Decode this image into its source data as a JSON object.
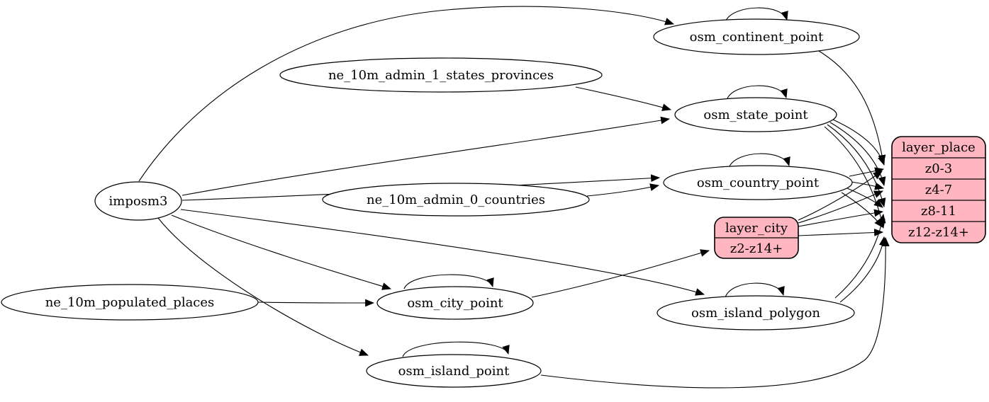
{
  "diagram": {
    "type": "graphviz-etl-diagram",
    "colors": {
      "record_fill": "#ffb6c1",
      "node_fill": "#ffffff",
      "edge_stroke": "#000000",
      "background": "#ffffff"
    },
    "nodes": {
      "imposm3": "imposm3",
      "ne_10m_admin_1_states_provinces": "ne_10m_admin_1_states_provinces",
      "ne_10m_admin_0_countries": "ne_10m_admin_0_countries",
      "ne_10m_populated_places": "ne_10m_populated_places",
      "osm_continent_point": "osm_continent_point",
      "osm_state_point": "osm_state_point",
      "osm_country_point": "osm_country_point",
      "osm_city_point": "osm_city_point",
      "osm_island_polygon": "osm_island_polygon",
      "osm_island_point": "osm_island_point"
    },
    "records": {
      "layer_place": {
        "title": "layer_place",
        "rows": [
          "z0-3",
          "z4-7",
          "z8-11",
          "z12-z14+"
        ]
      },
      "layer_city": {
        "title": "layer_city",
        "rows": [
          "z2-z14+"
        ]
      }
    },
    "edges": [
      {
        "from": "imposm3",
        "to": "osm_continent_point"
      },
      {
        "from": "imposm3",
        "to": "osm_state_point"
      },
      {
        "from": "imposm3",
        "to": "osm_country_point"
      },
      {
        "from": "imposm3",
        "to": "osm_city_point"
      },
      {
        "from": "imposm3",
        "to": "osm_island_polygon"
      },
      {
        "from": "imposm3",
        "to": "osm_island_point"
      },
      {
        "from": "ne_10m_admin_1_states_provinces",
        "to": "osm_state_point"
      },
      {
        "from": "ne_10m_admin_0_countries",
        "to": "osm_country_point"
      },
      {
        "from": "ne_10m_populated_places",
        "to": "osm_city_point"
      },
      {
        "from": "osm_continent_point",
        "to": "osm_continent_point"
      },
      {
        "from": "osm_state_point",
        "to": "osm_state_point"
      },
      {
        "from": "osm_country_point",
        "to": "osm_country_point"
      },
      {
        "from": "osm_city_point",
        "to": "osm_city_point"
      },
      {
        "from": "osm_island_polygon",
        "to": "osm_island_polygon"
      },
      {
        "from": "osm_island_point",
        "to": "osm_island_point"
      },
      {
        "from": "osm_city_point",
        "to": "layer_city:z2-z14+"
      },
      {
        "from": "layer_city",
        "to": "layer_place:z0-3"
      },
      {
        "from": "layer_city",
        "to": "layer_place:z4-7"
      },
      {
        "from": "layer_city",
        "to": "layer_place:z8-11"
      },
      {
        "from": "layer_city",
        "to": "layer_place:z12-z14+"
      },
      {
        "from": "osm_continent_point",
        "to": "layer_place:z0-3"
      },
      {
        "from": "osm_state_point",
        "to": "layer_place:z0-3"
      },
      {
        "from": "osm_state_point",
        "to": "layer_place:z4-7"
      },
      {
        "from": "osm_state_point",
        "to": "layer_place:z8-11"
      },
      {
        "from": "osm_state_point",
        "to": "layer_place:z12-z14+"
      },
      {
        "from": "osm_country_point",
        "to": "layer_place:z0-3"
      },
      {
        "from": "osm_country_point",
        "to": "layer_place:z4-7"
      },
      {
        "from": "osm_country_point",
        "to": "layer_place:z8-11"
      },
      {
        "from": "osm_country_point",
        "to": "layer_place:z12-z14+"
      },
      {
        "from": "osm_island_polygon",
        "to": "layer_place:z8-11"
      },
      {
        "from": "osm_island_polygon",
        "to": "layer_place:z12-z14+"
      },
      {
        "from": "osm_island_point",
        "to": "layer_place:z12-z14+"
      }
    ]
  }
}
